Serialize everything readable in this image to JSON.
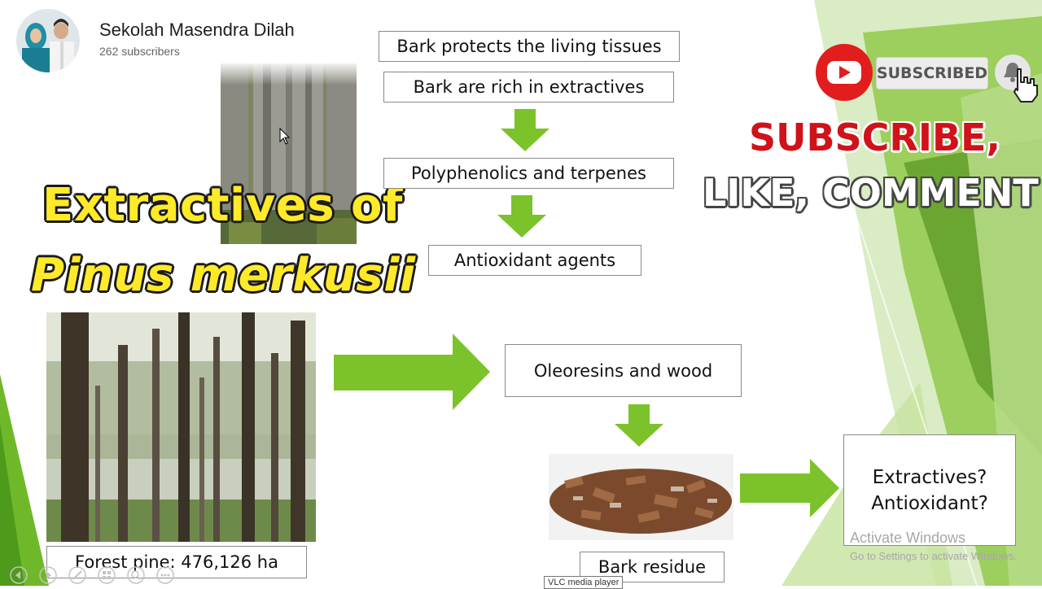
{
  "channel": {
    "name": "Sekolah Masendra Dilah",
    "subscribers": "262 subscribers"
  },
  "title": {
    "line1": "Extractives of",
    "line2": "Pinus merkusii"
  },
  "cta": {
    "subscribed_label": "SUBSCRIBED",
    "subscribe_line": "SUBSCRIBE,",
    "like_line": "LIKE, COMMENT"
  },
  "flow_top": {
    "box1": "Bark protects the living tissues",
    "box2": "Bark are rich in extractives",
    "box3": "Polyphenolics and terpenes",
    "box4": "Antioxidant agents"
  },
  "flow_bottom": {
    "forest_caption": "Forest pine: 476,126 ha",
    "oleoresins": "Oleoresins and wood",
    "bark_residue": "Bark residue",
    "question_line1": "Extractives?",
    "question_line2": "Antioxidant?"
  },
  "system": {
    "activate_line1": "Activate Windows",
    "activate_line2": "Go to Settings to activate Windows.",
    "vlc_tooltip": "VLC media player"
  },
  "colors": {
    "arrow_green": "#7cc22a",
    "youtube_red": "#e21d1d",
    "title_yellow": "#ffea2a"
  }
}
